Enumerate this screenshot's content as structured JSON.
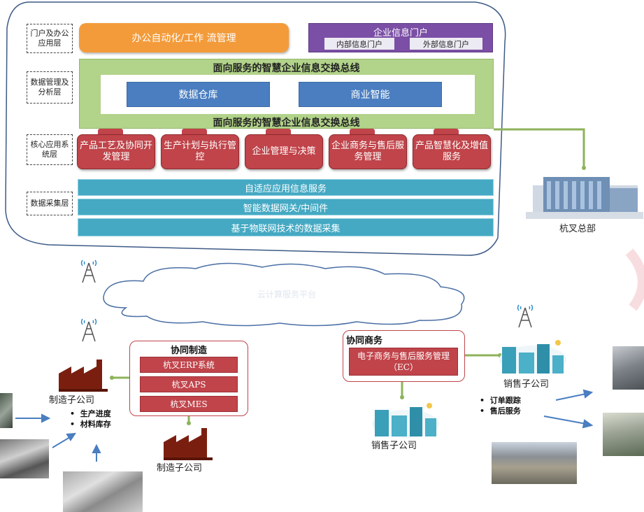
{
  "layers": {
    "portal_label": "门户及办公应用层",
    "data_mgmt_label": "数据管理及分析层",
    "core_app_label": "核心应用系统层",
    "collection_label": "数据采集层"
  },
  "portal": {
    "office": "办公自动化/工作 流管理",
    "enterprise_portal": "企业信息门户",
    "internal_portal": "内部信息门户",
    "external_portal": "外部信息门户"
  },
  "bus": {
    "top": "面向服务的智慧企业信息交换总线",
    "bottom": "面向服务的智慧企业信息交换总线"
  },
  "data_mgmt": {
    "warehouse": "数据仓库",
    "bi": "商业智能"
  },
  "core_apps": [
    "产品工艺及协同开发管理",
    "生产计划与执行管控",
    "企业管理与决策",
    "企业商务与售后服务管理",
    "产品智慧化及增值服务"
  ],
  "collection": [
    "自适应应用信息服务",
    "智能数据网关/中间件",
    "基于物联网技术的数据采集"
  ],
  "hq_label": "杭叉总部",
  "cloud_label": "云计算服务平台",
  "collab_mfg": {
    "title": "协同制造",
    "items": [
      "杭叉ERP系统",
      "杭叉APS",
      "杭叉MES"
    ]
  },
  "collab_biz": {
    "title": "协同商务",
    "item": "电子商务与售后服务管理（EC）"
  },
  "mfg_sub_left": "制造子公司",
  "mfg_sub_bottom": "制造子公司",
  "sales_sub_left": "销售子公司",
  "sales_sub_right": "销售子公司",
  "mfg_bullets": [
    "生产进度",
    "材料库存"
  ],
  "sales_bullets": [
    "订单跟踪",
    "售后服务"
  ],
  "colors": {
    "orange": "#f39b3a",
    "purple": "#7b4fa5",
    "green": "#b2d38a",
    "blue": "#4a7ec0",
    "red": "#c0444a",
    "teal": "#45a9c3"
  }
}
